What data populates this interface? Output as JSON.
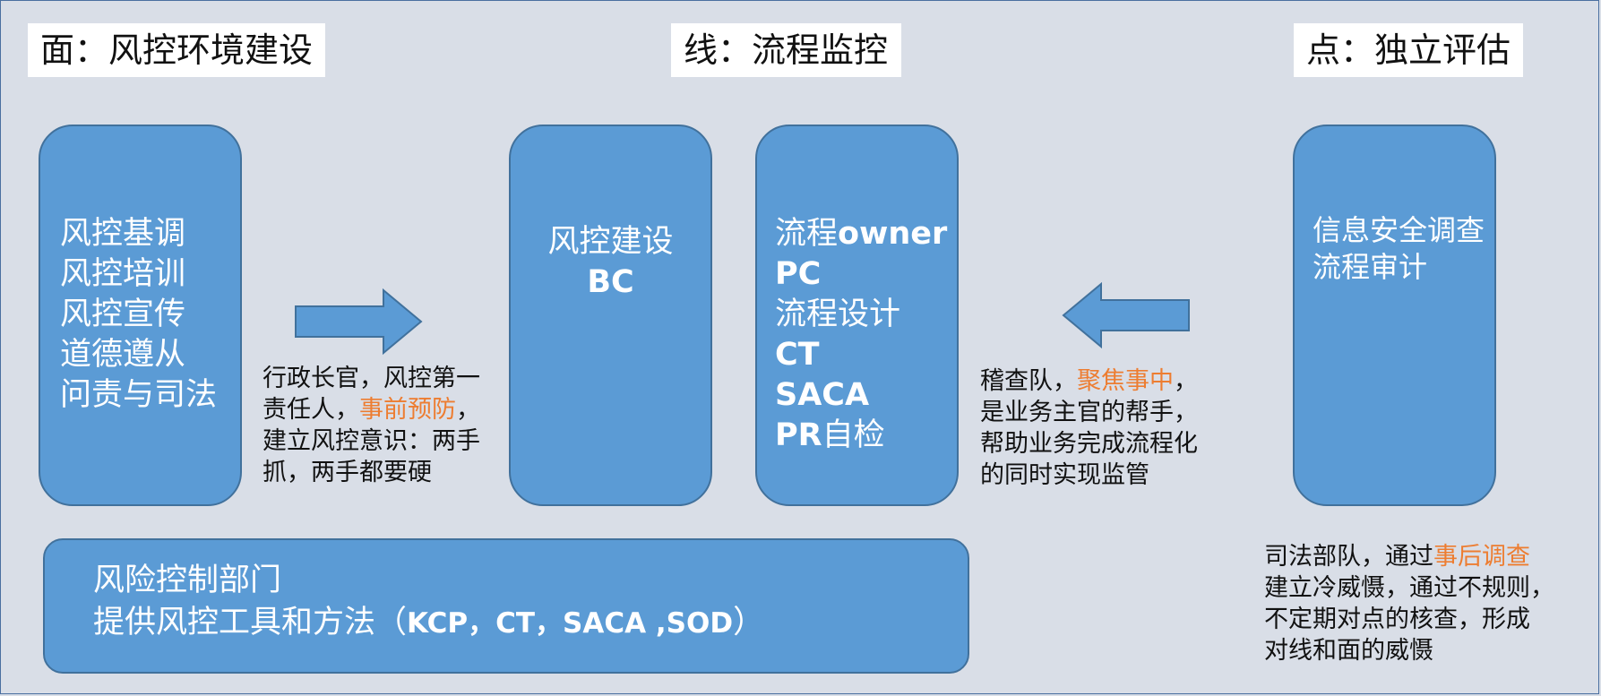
{
  "headers": {
    "left": "面：风控环境建设",
    "middle": "线：流程监控",
    "right": "点：独立评估"
  },
  "box_env": {
    "lines": [
      "风控基调",
      "风控培训",
      "风控宣传",
      "道德遵从",
      "问责与司法"
    ]
  },
  "box_bc": {
    "line1": "风控建设",
    "line2": "BC"
  },
  "box_process": {
    "line1_cn": "流程",
    "line1_en": "owner",
    "line2": "PC",
    "line3": "流程设计",
    "line4": "CT",
    "line5": "SACA",
    "line6_en": "PR",
    "line6_cn": "自检"
  },
  "box_audit": {
    "lines": [
      "信息安全调查",
      "流程审计"
    ]
  },
  "desc_left": {
    "line1": "行政长官，风控第一",
    "line2_a": "责任人，",
    "line2_hl": "事前预防",
    "line2_b": "，",
    "line3": "建立风控意识：两手",
    "line4": "抓，两手都要硬"
  },
  "desc_mid": {
    "line1_a": "稽查队，",
    "line1_hl": "聚焦事中",
    "line1_b": "，",
    "line2": "是业务主官的帮手，",
    "line3": "帮助业务完成流程化",
    "line4": "的同时实现监管"
  },
  "desc_right": {
    "line1_a": "司法部队，通过",
    "line1_hl": "事后调查",
    "line2": "建立冷威慑，通过不规则，",
    "line3": "不定期对点的核查，形成",
    "line4": "对线和面的威慑"
  },
  "bottom": {
    "line1": "风险控制部门",
    "line2_cn": "提供风控工具和方法（",
    "line2_en": "KCP，CT，SACA ,SOD",
    "line2_end": "）"
  },
  "colors": {
    "box_fill": "#5b9bd5",
    "box_border": "#41719c",
    "highlight": "#ed7d31",
    "background": "#d9dee7"
  }
}
